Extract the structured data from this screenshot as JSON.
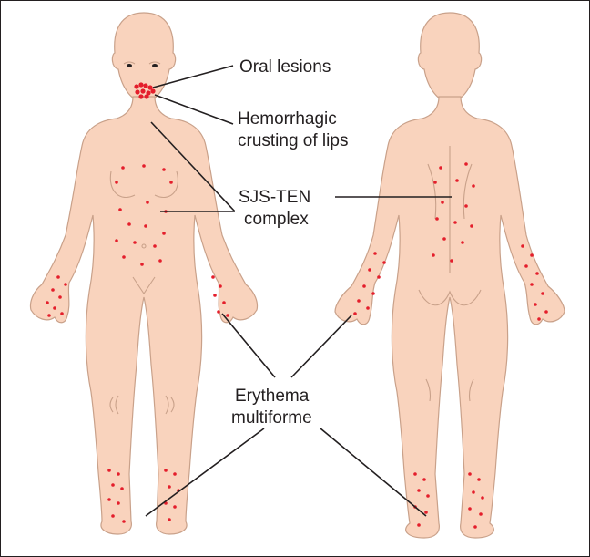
{
  "labels": {
    "oral_lesions": "Oral lesions",
    "hemorrhagic_line1": "Hemorrhagic",
    "hemorrhagic_line2": "crusting of lips",
    "sjs_line1": "SJS-TEN",
    "sjs_line2": "complex",
    "em_line1": "Erythema",
    "em_line2": "multiforme"
  },
  "colors": {
    "skin": "#f9d3bd",
    "outline": "#c9a18a",
    "lesion": "#e41e2b",
    "text": "#231f20"
  },
  "figures": [
    "front-view",
    "back-view"
  ]
}
